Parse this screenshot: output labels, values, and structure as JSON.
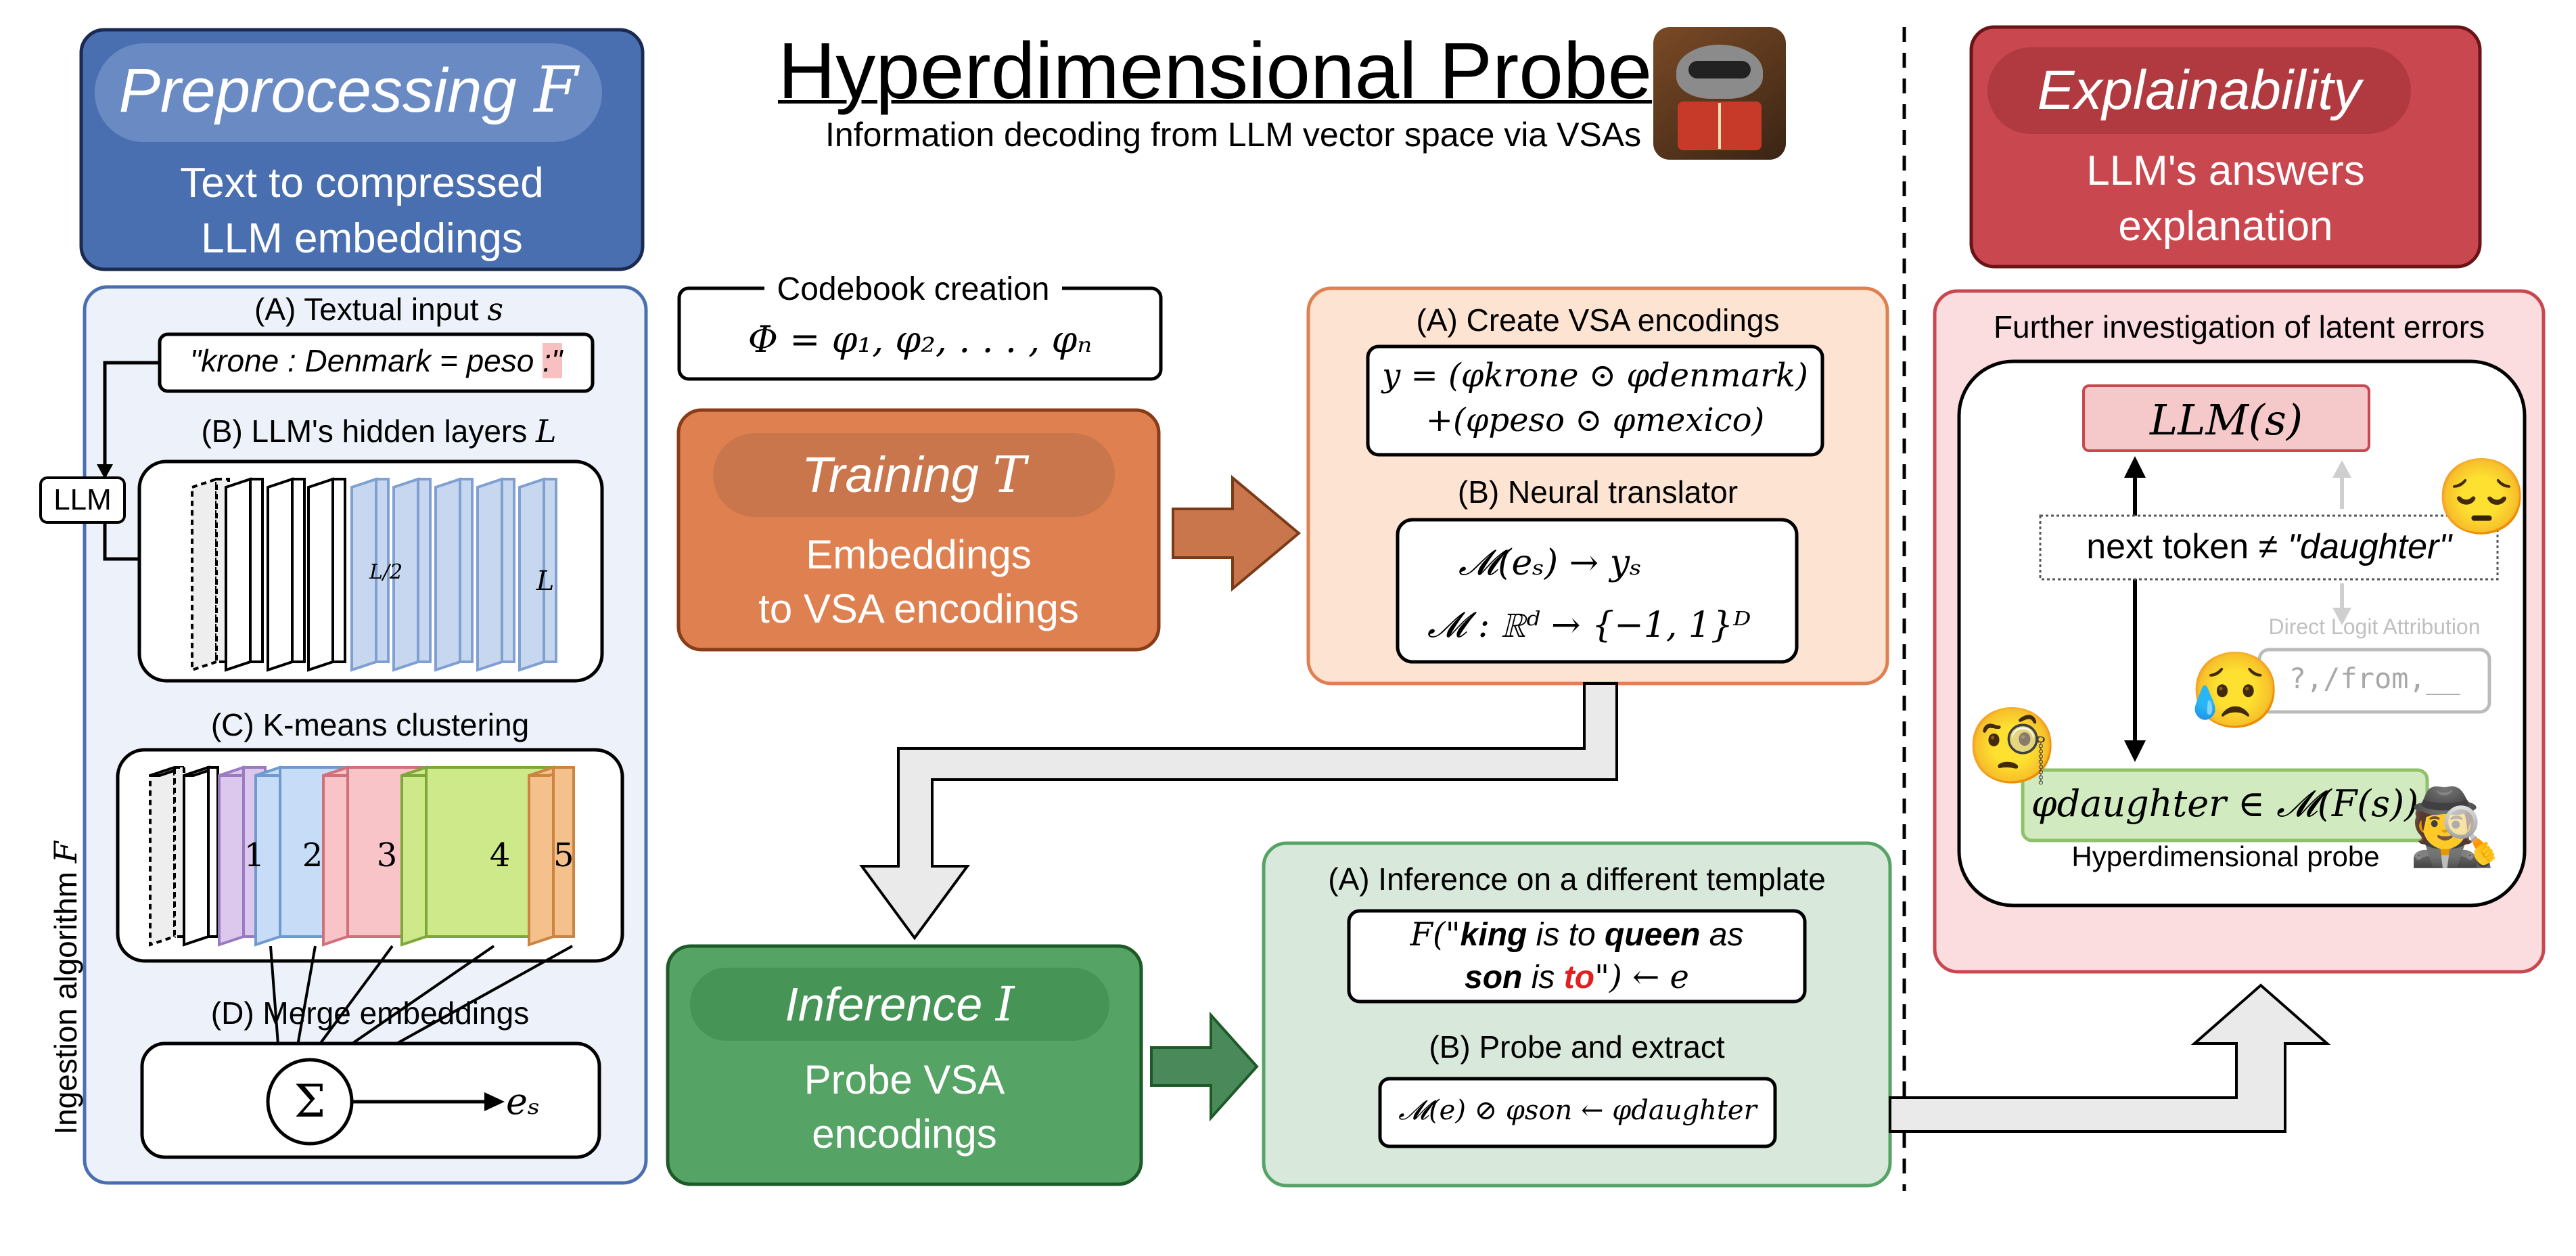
{
  "title": {
    "main": "Hyperdimensional Probe",
    "subtitle": "Information decoding from LLM vector space via VSAs",
    "logo_icon": "raccoon-reading-book-icon"
  },
  "preprocessing": {
    "pill_label": "Preprocessing",
    "pill_symbol": "F",
    "description_line1": "Text to compressed",
    "description_line2": "LLM embeddings",
    "color": "#4a6fb0",
    "side_label": "Ingestion algorithm",
    "side_symbol": "F",
    "a_label": "(A) Textual input",
    "a_symbol": "s",
    "a_input": "\"krone : Denmark = peso",
    "a_input_end": ":\"",
    "llm_tag": "LLM",
    "b_label": "(B) LLM's hidden layers",
    "b_symbol": "L",
    "b_half": "L/2",
    "b_last": "L",
    "c_label": "(C) K-means clustering",
    "clusters": [
      "1",
      "2",
      "3",
      "4",
      "5"
    ],
    "d_label": "(D) Merge embeddings",
    "d_sum": "Σ",
    "d_output": "eₛ"
  },
  "codebook": {
    "label": "Codebook creation",
    "formula": "Φ = φ₁, φ₂, . . . , φₙ"
  },
  "training": {
    "pill_label": "Training",
    "pill_symbol": "T",
    "description_line1": "Embeddings",
    "description_line2": "to VSA encodings",
    "color": "#df8050",
    "a_label": "(A) Create VSA encodings",
    "a_formula_line1": "y = (φkrone ⊙ φdenmark)",
    "a_formula_line2": "+(φpeso ⊙ φmexico)",
    "b_label": "(B) Neural translator",
    "b_formula_line1": "𝓜(eₛ) → yₛ",
    "b_formula_line2": "𝓜 : ℝᵈ → {−1, 1}ᴰ"
  },
  "inference": {
    "pill_label": "Inference",
    "pill_symbol": "I",
    "description_line1": "Probe VSA",
    "description_line2": "encodings",
    "color": "#56a366",
    "a_label": "(A) Inference on a different template",
    "a_f": "F(\"",
    "a_w1": "king",
    "a_w2": " is to ",
    "a_w3": "queen",
    "a_w4": " as",
    "a_w5": "son",
    "a_w6": " is ",
    "a_w7": "to",
    "a_w8": "\") ← e",
    "b_label": "(B) Probe and extract",
    "b_formula": "𝓜(e) ⊘ φson ← φdaughter"
  },
  "explainability": {
    "pill_label": "Explainability",
    "description_line1": "LLM's answers",
    "description_line2": "explanation",
    "color": "#c9474f",
    "panel_title": "Further investigation of latent errors",
    "llm_box": "LLM(s)",
    "next_token": "next token ≠ ",
    "next_token_quote": "\"daughter\"",
    "dla_label": "Direct Logit Attribution",
    "dla_tokens": "?,/from,__",
    "probe_formula": "φdaughter ∈ 𝓜(F(s))",
    "probe_label": "Hyperdimensional probe",
    "emoji_pensive": "😔",
    "emoji_sad": "😥",
    "emoji_monocle": "🧐",
    "emoji_detective": "🕵️"
  }
}
